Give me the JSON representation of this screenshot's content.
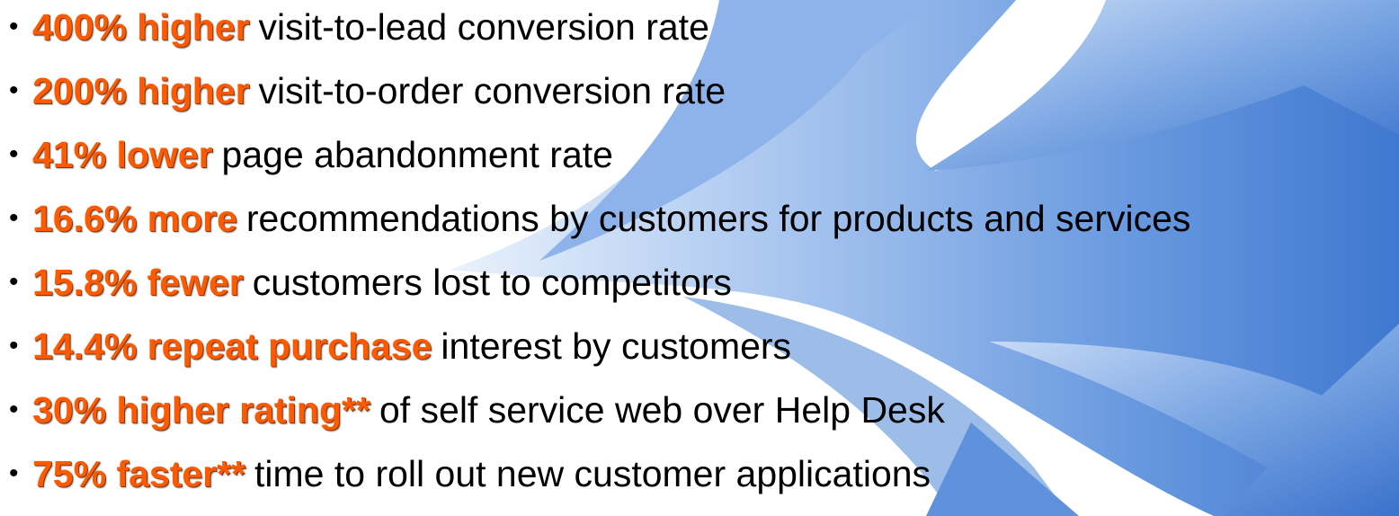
{
  "colors": {
    "highlight": "#ff5a00",
    "body_text": "#000000",
    "arrow_blue": "#5b8fd8",
    "background": "#ffffff"
  },
  "background_graphic": "blue-curved-arrows",
  "bullet_symbol": "•",
  "bullets": [
    {
      "highlight": "400% higher",
      "text": "visit-to-lead conversion rate"
    },
    {
      "highlight": "200% higher",
      "text": "visit-to-order conversion rate"
    },
    {
      "highlight": "41% lower",
      "text": "page abandonment rate"
    },
    {
      "highlight": "16.6% more",
      "text": "recommendations by customers for products and services"
    },
    {
      "highlight": "15.8% fewer",
      "text": "customers lost to competitors"
    },
    {
      "highlight": "14.4% repeat purchase",
      "text": "interest by customers"
    },
    {
      "highlight": "30% higher rating**",
      "text": "of self service web over Help Desk"
    },
    {
      "highlight": "75% faster**",
      "text": "time to roll out new customer applications"
    }
  ]
}
